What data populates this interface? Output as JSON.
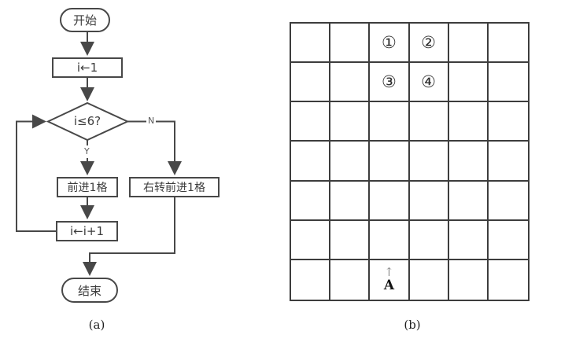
{
  "figure_a": {
    "caption": "(a)",
    "type": "flowchart",
    "nodes": {
      "start": "开始",
      "init": "i←1",
      "condition": "i≤6?",
      "branch_yes": "Y",
      "branch_no": "N",
      "forward": "前进1格",
      "turn_forward": "右转前进1格",
      "increment": "i←i+1",
      "end": "结束"
    }
  },
  "figure_b": {
    "caption": "(b)",
    "grid": {
      "rows": 7,
      "cols": 6,
      "numbered_cells": [
        {
          "row": 1,
          "col": 3,
          "text": "①"
        },
        {
          "row": 1,
          "col": 4,
          "text": "②"
        },
        {
          "row": 2,
          "col": 3,
          "text": "③"
        },
        {
          "row": 2,
          "col": 4,
          "text": "④"
        }
      ],
      "start_marker": {
        "row": 7,
        "col": 3,
        "arrow": "↑",
        "label": "A"
      }
    }
  },
  "colors": {
    "flow_line": "#484848",
    "grid_line": "#3d3d3d",
    "text": "#3c3c3c",
    "marker_arrow": "#8d8d8d"
  }
}
